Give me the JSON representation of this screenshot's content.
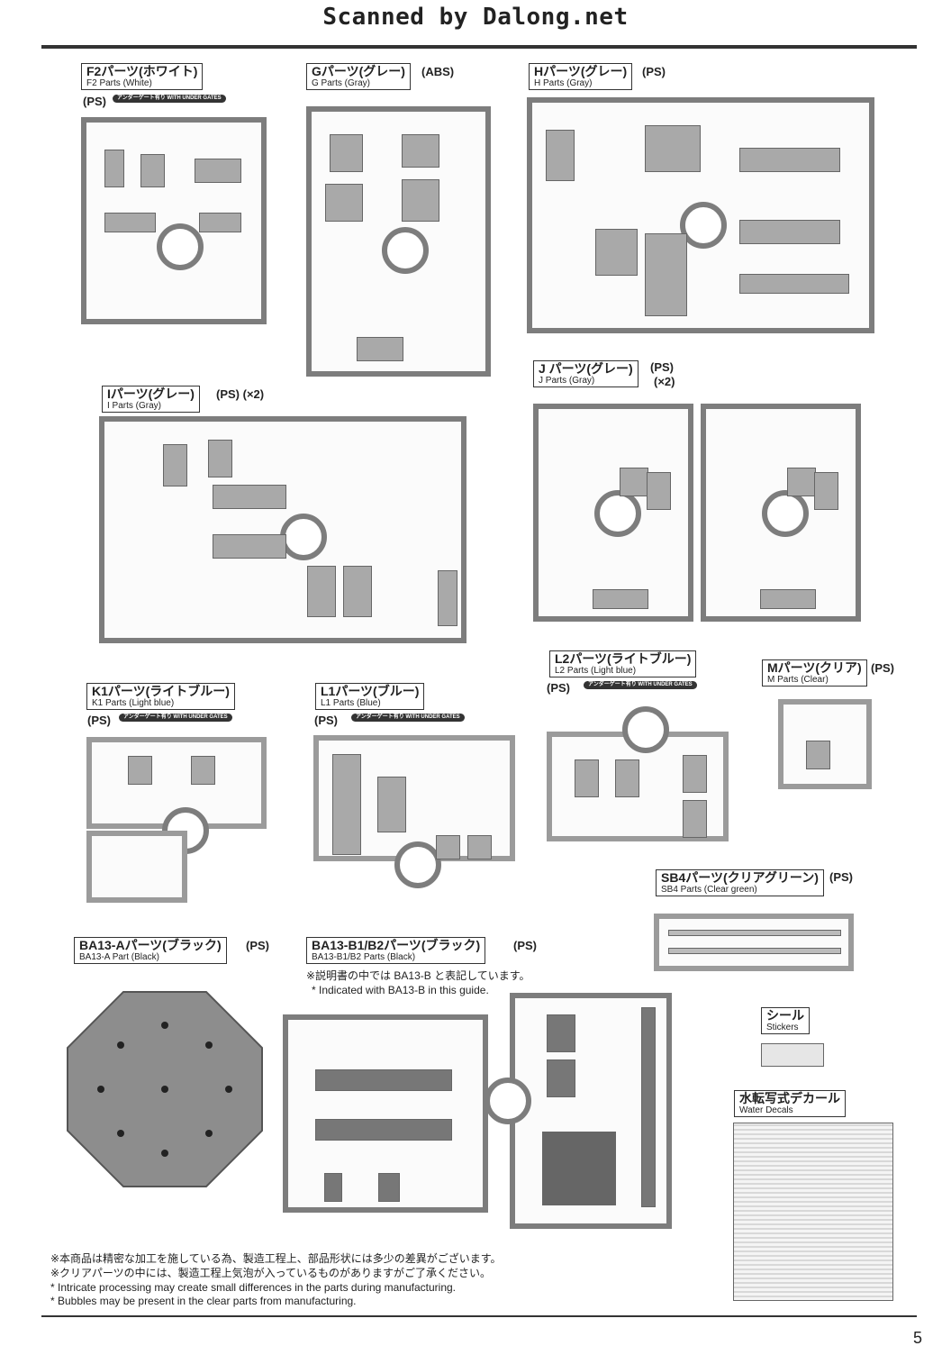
{
  "header": "Scanned by Dalong.net",
  "under_gates": "アンダーゲート有り WITH UNDER GATES",
  "sprues": {
    "f2": {
      "jp": "F2パーツ(ホワイト)",
      "en": "F2 Parts (White)",
      "mat": "(PS)"
    },
    "g": {
      "jp": "Gパーツ(グレー)",
      "en": "G Parts (Gray)",
      "mat": "(ABS)"
    },
    "h": {
      "jp": "Hパーツ(グレー)",
      "en": "H Parts (Gray)",
      "mat": "(PS)"
    },
    "i": {
      "jp": "Iパーツ(グレー)",
      "en": "I Parts (Gray)",
      "mat": "(PS) (×2)"
    },
    "j": {
      "jp": "J パーツ(グレー)",
      "en": "J Parts (Gray)",
      "mat": "(PS)",
      "mult": "(×2)"
    },
    "k1": {
      "jp": "K1パーツ(ライトブルー)",
      "en": "K1 Parts (Light blue)",
      "mat": "(PS)"
    },
    "l1": {
      "jp": "L1パーツ(ブルー)",
      "en": "L1 Parts (Blue)",
      "mat": "(PS)"
    },
    "l2": {
      "jp": "L2パーツ(ライトブルー)",
      "en": "L2 Parts (Light blue)",
      "mat": "(PS)"
    },
    "m": {
      "jp": "Mパーツ(クリア)",
      "en": "M Parts (Clear)",
      "mat": "(PS)"
    },
    "sb4": {
      "jp": "SB4パーツ(クリアグリーン)",
      "en": "SB4 Parts (Clear green)",
      "mat": "(PS)"
    },
    "ba13a": {
      "jp": "BA13-Aパーツ(ブラック)",
      "en": "BA13-A Part (Black)",
      "mat": "(PS)"
    },
    "ba13b": {
      "jp": "BA13-B1/B2パーツ(ブラック)",
      "en": "BA13-B1/B2 Parts (Black)",
      "mat": "(PS)"
    }
  },
  "ba13b_note_jp": "※説明書の中では BA13-B と表記しています。",
  "ba13b_note_en": "* Indicated with BA13-B in this guide.",
  "stickers": {
    "jp": "シール",
    "en": "Stickers"
  },
  "decals": {
    "jp": "水転写式デカール",
    "en": "Water Decals"
  },
  "notes": [
    "※本商品は精密な加工を施している為、製造工程上、部品形状には多少の差異がございます。",
    "※クリアパーツの中には、製造工程上気泡が入っているものがありますがご了承ください。",
    "* Intricate processing may create small differences in the parts during manufacturing.",
    "* Bubbles may be present in the clear parts from manufacturing."
  ],
  "page_number": "5"
}
